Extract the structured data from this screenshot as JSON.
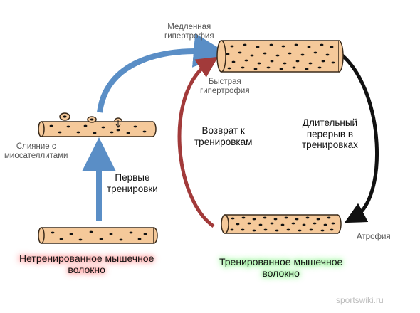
{
  "labels": {
    "slow_hypertrophy": "Медленная\nгипертрофия",
    "fast_hypertrophy": "Быстрая\nгипертрофия",
    "satellite_fusion": "Слияние с\nмиосателлитами",
    "first_trainings": "Первые\nтренировки",
    "return_to_training": "Возврат к\nтренировкам",
    "long_break": "Длительный\nперерыв в\nтренировках",
    "atrophy": "Атрофия",
    "untrained_fiber": "Нетренированное мышечное\nволокно",
    "trained_fiber": "Тренированное мышечное\nволокно",
    "watermark": "sportswiki.ru"
  },
  "colors": {
    "fiber_fill": "#f5c99a",
    "fiber_stroke": "#3a2a1a",
    "nucleus": "#111111",
    "arrow_blue": "#5a8ec6",
    "arrow_red": "#a23a3a",
    "arrow_black": "#111111",
    "glow_red": "#ff6b6b",
    "glow_green": "#5fe05f"
  }
}
